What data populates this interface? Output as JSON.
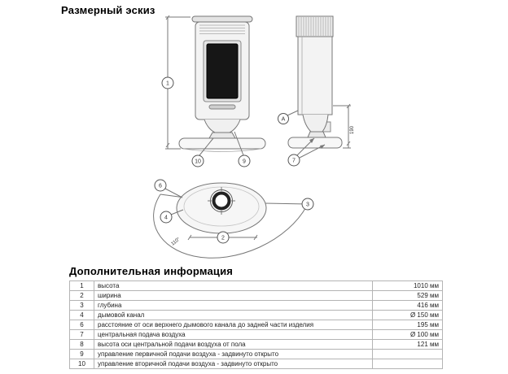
{
  "page": {
    "sketch_title": "Размерный эскиз",
    "info_title": "Дополнительная информация"
  },
  "drawing": {
    "callouts": {
      "c1": "1",
      "c2": "2",
      "c3": "3",
      "c4": "4",
      "c6": "6",
      "c7": "7",
      "c9": "9",
      "c10": "10",
      "cA": "A"
    },
    "dimensions": {
      "d190": "190",
      "angle": "110°"
    }
  },
  "info": {
    "rows": [
      {
        "num": "1",
        "label": "высота",
        "value": "1010 мм"
      },
      {
        "num": "2",
        "label": "ширина",
        "value": "529 мм"
      },
      {
        "num": "3",
        "label": "глубина",
        "value": "416 мм"
      },
      {
        "num": "4",
        "label": "дымовой канал",
        "value": "Ø 150 мм"
      },
      {
        "num": "6",
        "label": "расстояние от оси верхнего дымового канала до задней части изделия",
        "value": "195 мм"
      },
      {
        "num": "7",
        "label": "центральная подача воздуха",
        "value": "Ø 100 мм"
      },
      {
        "num": "8",
        "label": "высота оси центральной подачи воздуха от пола",
        "value": "121 мм"
      },
      {
        "num": "9",
        "label": "управление первичной подачи воздуха - задвинуто открыто",
        "value": ""
      },
      {
        "num": "10",
        "label": "управление вторичной подачи воздуха - задвинуто открыто",
        "value": ""
      }
    ]
  }
}
